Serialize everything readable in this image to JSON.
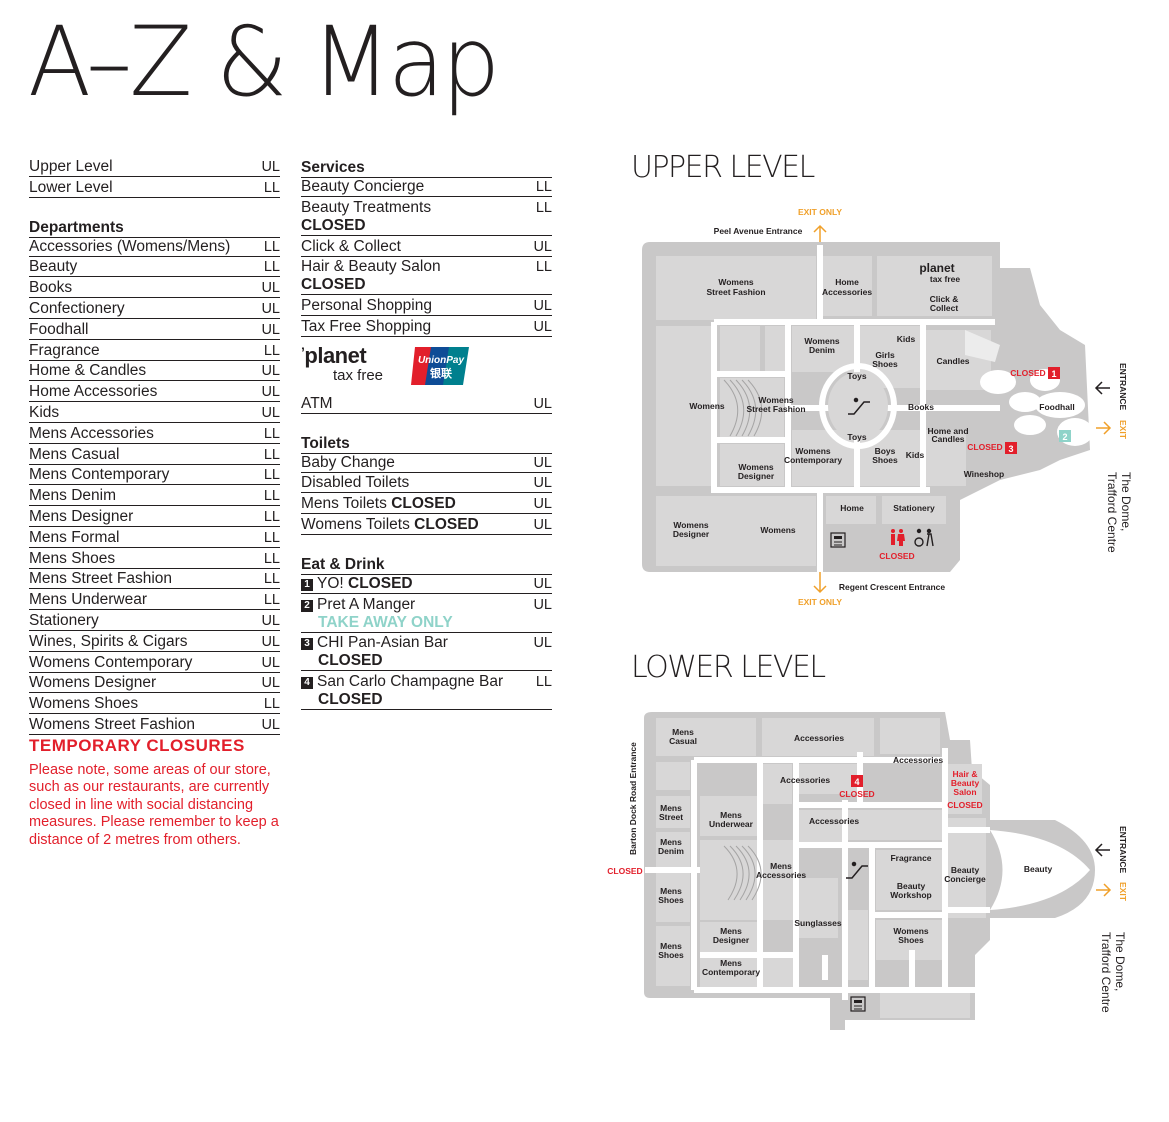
{
  "title": "A–Z & Map",
  "levels": [
    {
      "name": "Upper Level",
      "code": "UL"
    },
    {
      "name": "Lower Level",
      "code": "LL"
    }
  ],
  "departments": {
    "heading": "Departments",
    "items": [
      {
        "name": "Accessories (Womens/Mens)",
        "code": "LL"
      },
      {
        "name": "Beauty",
        "code": "LL"
      },
      {
        "name": "Books",
        "code": "UL"
      },
      {
        "name": "Confectionery",
        "code": "UL"
      },
      {
        "name": "Foodhall",
        "code": "UL"
      },
      {
        "name": "Fragrance",
        "code": "LL"
      },
      {
        "name": "Home & Candles",
        "code": "UL"
      },
      {
        "name": "Home Accessories",
        "code": "UL"
      },
      {
        "name": "Kids",
        "code": "UL"
      },
      {
        "name": "Mens Accessories",
        "code": "LL"
      },
      {
        "name": "Mens Casual",
        "code": "LL"
      },
      {
        "name": "Mens Contemporary",
        "code": "LL"
      },
      {
        "name": "Mens Denim",
        "code": "LL"
      },
      {
        "name": "Mens Designer",
        "code": "LL"
      },
      {
        "name": "Mens Formal",
        "code": "LL"
      },
      {
        "name": "Mens Shoes",
        "code": "LL"
      },
      {
        "name": "Mens Street Fashion",
        "code": "LL"
      },
      {
        "name": "Mens Underwear",
        "code": "LL"
      },
      {
        "name": "Stationery",
        "code": "UL"
      },
      {
        "name": "Wines, Spirits & Cigars",
        "code": "UL"
      },
      {
        "name": "Womens Contemporary",
        "code": "UL"
      },
      {
        "name": "Womens Designer",
        "code": "UL"
      },
      {
        "name": "Womens Shoes",
        "code": "LL"
      },
      {
        "name": "Womens Street Fashion",
        "code": "UL"
      }
    ]
  },
  "services": {
    "heading": "Services",
    "beauty_concierge": {
      "name": "Beauty Concierge",
      "code": "LL"
    },
    "beauty_treatments": {
      "name": "Beauty Treatments",
      "code": "LL",
      "status": "CLOSED"
    },
    "click_collect": {
      "name": "Click & Collect",
      "code": "UL"
    },
    "hair_beauty": {
      "name": "Hair & Beauty Salon",
      "code": "LL",
      "status": "CLOSED"
    },
    "personal_shopping": {
      "name": "Personal Shopping",
      "code": "UL"
    },
    "tax_free": {
      "name": "Tax Free Shopping",
      "code": "UL"
    },
    "atm": {
      "name": "ATM",
      "code": "UL"
    },
    "planet_logo": "planet",
    "planet_sub": "tax free",
    "unionpay_logo": "UnionPay",
    "unionpay_cn": "银联"
  },
  "toilets": {
    "heading": "Toilets",
    "baby_change": {
      "name": "Baby Change",
      "code": "UL"
    },
    "disabled": {
      "name": "Disabled Toilets",
      "code": "UL"
    },
    "mens": {
      "name": "Mens Toilets",
      "status": "CLOSED",
      "code": "UL"
    },
    "womens": {
      "name": "Womens Toilets",
      "status": "CLOSED",
      "code": "UL"
    }
  },
  "eat_drink": {
    "heading": "Eat & Drink",
    "yo": {
      "num": "1",
      "name": "YO!",
      "status": "CLOSED",
      "code": "UL"
    },
    "pret": {
      "num": "2",
      "name": "Pret A Manger",
      "note": "TAKE AWAY ONLY",
      "code": "UL"
    },
    "chi": {
      "num": "3",
      "name": "CHI Pan-Asian Bar",
      "status": "CLOSED",
      "code": "UL"
    },
    "san_carlo": {
      "num": "4",
      "name": "San Carlo Champagne Bar",
      "status": "CLOSED",
      "code": "LL"
    }
  },
  "closures": {
    "heading": "TEMPORARY CLOSURES",
    "text": "Please note, some areas of our store, such as our restaurants, are currently closed in line with social distancing measures. Please remember to keep a distance of 2 metres from others."
  },
  "upper_map": {
    "heading": "UPPER LEVEL",
    "exit_only": "EXIT ONLY",
    "peel": "Peel Avenue Entrance",
    "regent": "Regent Crescent Entrance",
    "entrance": "ENTRANCE",
    "exit": "EXIT",
    "dome_1": "The Dome,",
    "dome_2": "Trafford Centre",
    "closed": "CLOSED",
    "womens_street_1": "Womens",
    "womens_street_2": "Street Fashion",
    "home_acc_1": "Home",
    "home_acc_2": "Accessories",
    "planet": "planet",
    "planet_sub": "tax free",
    "click_1": "Click &",
    "click_2": "Collect",
    "womens_denim_1": "Womens",
    "womens_denim_2": "Denim",
    "kids": "Kids",
    "girls_1": "Girls",
    "girls_2": "Shoes",
    "candles": "Candles",
    "toys": "Toys",
    "womens": "Womens",
    "wsf_1": "Womens",
    "wsf_2": "Street Fashion",
    "books": "Books",
    "foodhall": "Foodhall",
    "home_candles_1": "Home and",
    "home_candles_2": "Candles",
    "womens_cont_1": "Womens",
    "womens_cont_2": "Contemporary",
    "boys_1": "Boys",
    "boys_2": "Shoes",
    "womens_designer_1": "Womens",
    "womens_designer_2": "Designer",
    "wineshop": "Wineshop",
    "home": "Home",
    "stationery": "Stationery",
    "wd2_1": "Womens",
    "wd2_2": "Designer",
    "marker_1": "1",
    "marker_2": "2",
    "marker_3": "3"
  },
  "lower_map": {
    "heading": "LOWER LEVEL",
    "barton": "Barton Dock Road Entrance",
    "closed": "CLOSED",
    "mens_casual_1": "Mens",
    "mens_casual_2": "Casual",
    "accessories": "Accessories",
    "mens_street_1": "Mens",
    "mens_street_2": "Street",
    "mens_underwear_1": "Mens",
    "mens_underwear_2": "Underwear",
    "hair_1": "Hair &",
    "hair_2": "Beauty",
    "hair_3": "Salon",
    "mens_denim_1": "Mens",
    "mens_denim_2": "Denim",
    "mens_acc_1": "Mens",
    "mens_acc_2": "Accessories",
    "fragrance": "Fragrance",
    "beauty_concierge_1": "Beauty",
    "beauty_concierge_2": "Concierge",
    "beauty": "Beauty",
    "mens_shoes_1": "Mens",
    "mens_shoes_2": "Shoes",
    "beauty_workshop_1": "Beauty",
    "beauty_workshop_2": "Workshop",
    "sunglasses": "Sunglasses",
    "womens_shoes_1": "Womens",
    "womens_shoes_2": "Shoes",
    "mens_designer_1": "Mens",
    "mens_designer_2": "Designer",
    "mens_cont_1": "Mens",
    "mens_cont_2": "Contemporary",
    "entrance": "ENTRANCE",
    "exit": "EXIT",
    "dome_1": "The Dome,",
    "dome_2": "Trafford Centre",
    "marker_4": "4"
  }
}
